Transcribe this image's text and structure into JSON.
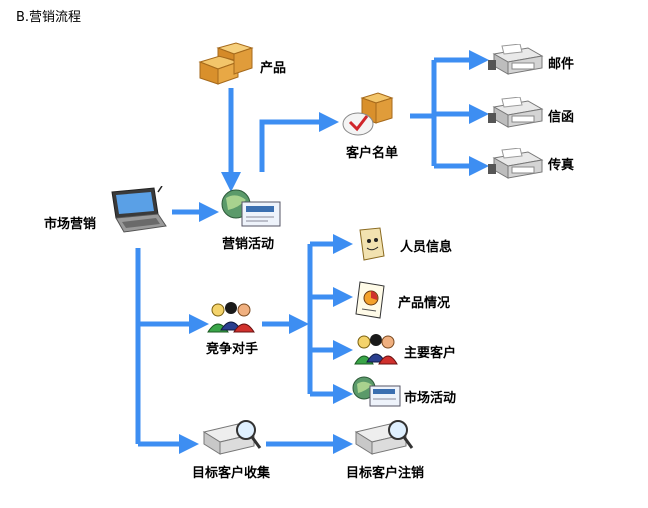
{
  "header": {
    "title": "B.营销流程"
  },
  "nodes": {
    "product": "产品",
    "customer_list": "客户名单",
    "email": "邮件",
    "letter": "信函",
    "fax": "传真",
    "market_marketing": "市场营销",
    "marketing_activity": "营销活动",
    "competitor": "竞争对手",
    "personnel_info": "人员信息",
    "product_status": "产品情况",
    "main_customers": "主要客户",
    "market_activity": "市场活动",
    "target_collection": "目标客户收集",
    "target_cancel": "目标客户注销"
  },
  "colors": {
    "arrow": "#3d8ef2",
    "background": "#ffffff",
    "header_bg": "#ffffff"
  }
}
